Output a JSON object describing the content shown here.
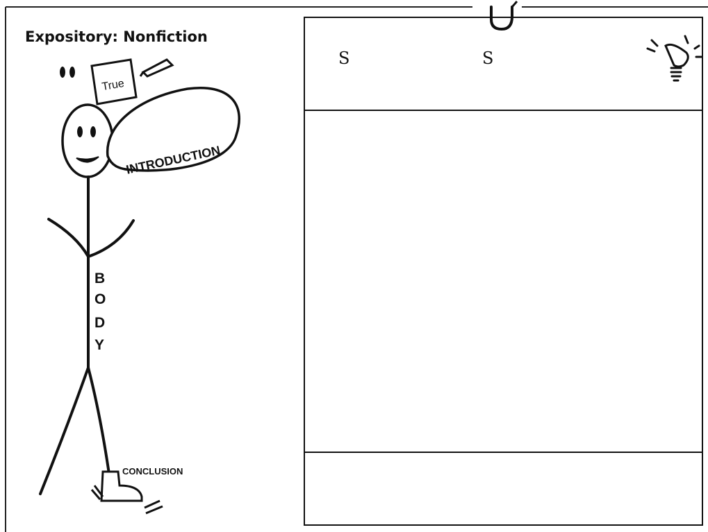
{
  "title": "Expository: Nonfiction",
  "notecard": {
    "label": "True"
  },
  "introduction": {
    "label": "INTRODUCTION"
  },
  "body": {
    "letters": [
      "B",
      "O",
      "D",
      "Y"
    ]
  },
  "conclusion": {
    "label": "CONCLUSION"
  },
  "organizer": {
    "header_left": "S",
    "header_center": "S"
  },
  "icons": [
    "hook-icon",
    "lightbulb-icon",
    "pencil-icon",
    "notecard-icon",
    "boot-icon"
  ]
}
